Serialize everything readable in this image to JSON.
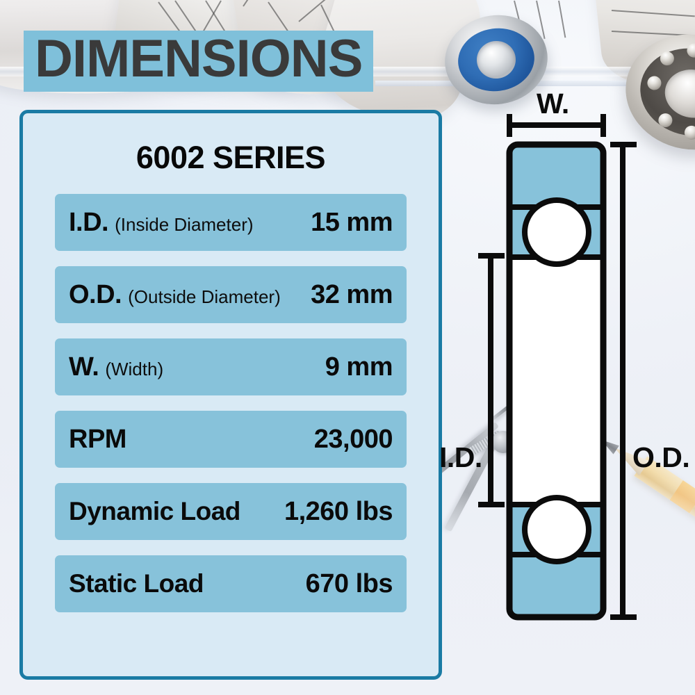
{
  "header": {
    "title": "DIMENSIONS",
    "band_color": "#7fc0da",
    "title_color": "#3a3a3a"
  },
  "panel": {
    "series_title": "6002 SERIES",
    "background": "#d9eaf5",
    "border_color": "#1a7ba4",
    "row_color": "#87c2da",
    "rows": [
      {
        "abbr": "I.D.",
        "expl": "(Inside Diameter)",
        "value": "15 mm"
      },
      {
        "abbr": "O.D.",
        "expl": "(Outside Diameter)",
        "value": "32 mm"
      },
      {
        "abbr": "W.",
        "expl": "(Width)",
        "value": "9 mm"
      },
      {
        "abbr": "RPM",
        "expl": "",
        "value": "23,000"
      },
      {
        "abbr": "Dynamic Load",
        "expl": "",
        "value": "1,260 lbs"
      },
      {
        "abbr": "Static Load",
        "expl": "",
        "value": "670 lbs"
      }
    ]
  },
  "diagram": {
    "labels": {
      "width": "W.",
      "inside_diameter": "I.D.",
      "outside_diameter": "O.D."
    },
    "race_fill": "#87c2da",
    "bore_fill": "#ffffff",
    "line_color": "#0b0b0b"
  },
  "background": {
    "scene": "ball-bearings-blueprints-compass-pencil-photo",
    "base_color": "#eef1f7"
  }
}
